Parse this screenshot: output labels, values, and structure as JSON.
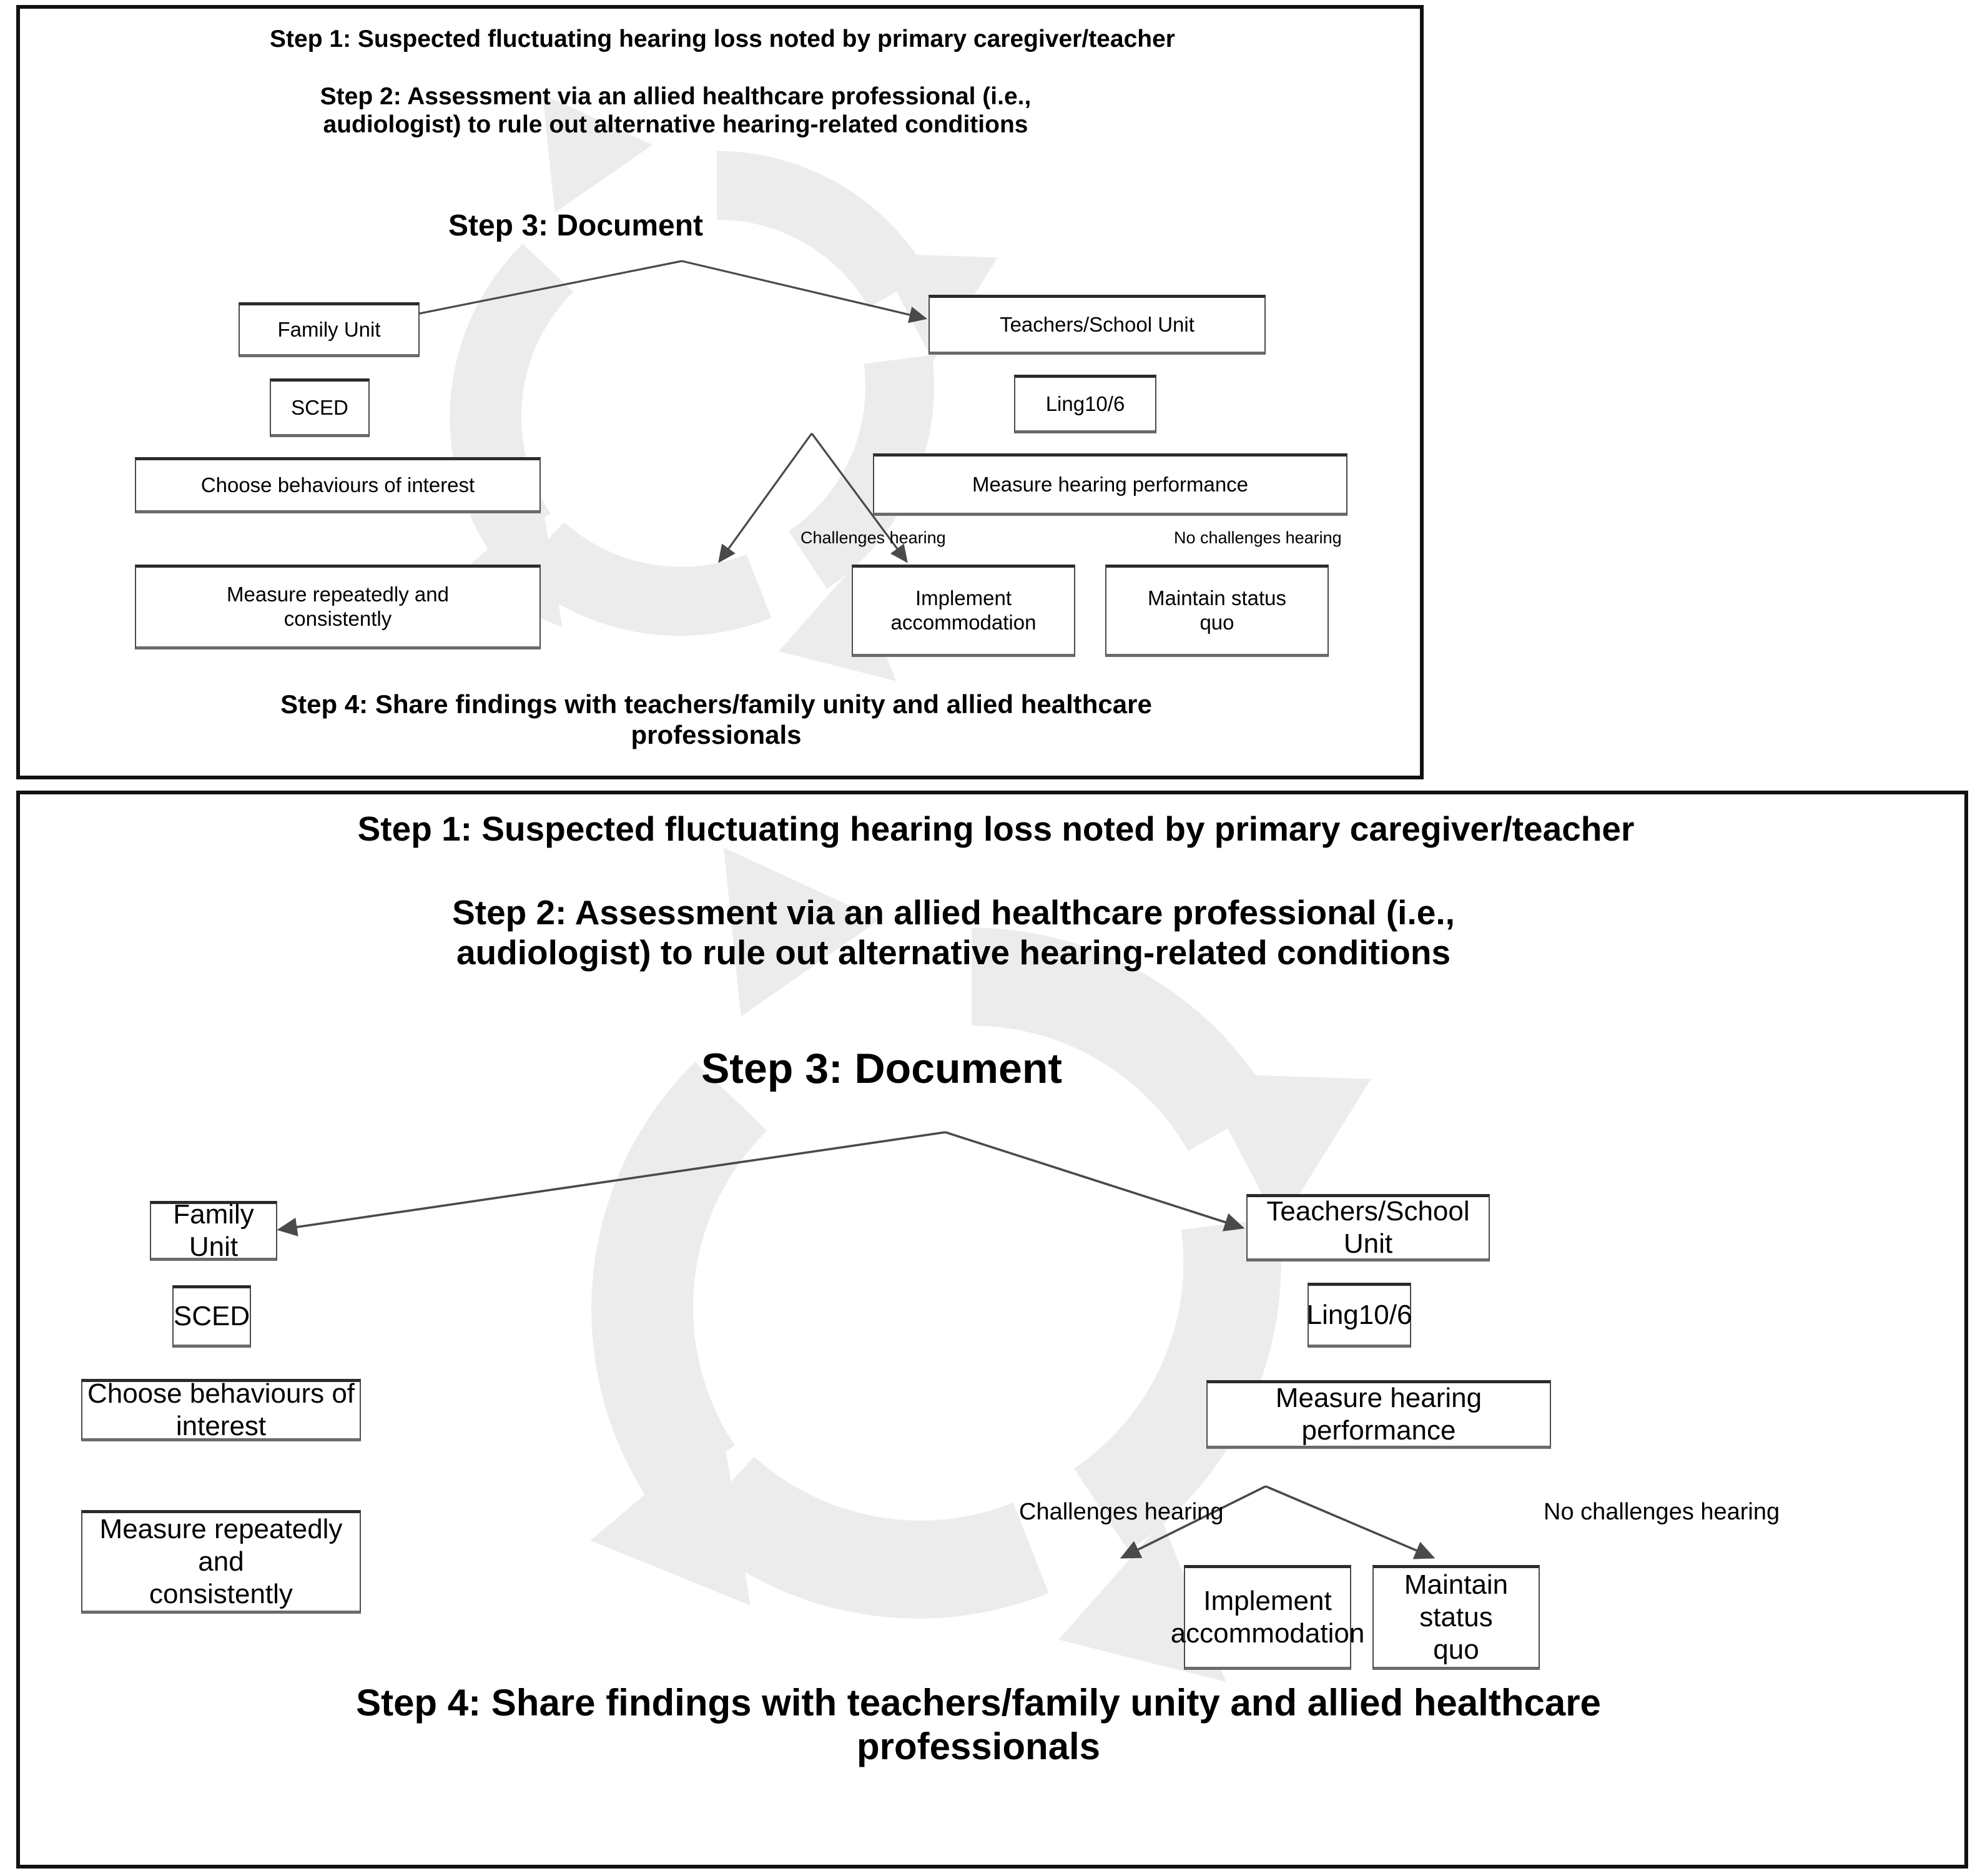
{
  "figure": {
    "title": "Suspected fluctuating hearing loss assessment workflow",
    "watermark": "cycle-arrows-watermark",
    "watermark_color": "#ececec",
    "panel_border_color": "#111111",
    "box_border_color": "#4a4a4a",
    "connector_color": "#4a4a4a"
  },
  "panels": [
    {
      "id": "panel-top",
      "name": "top-panel-small",
      "steps": {
        "step1": "Step 1: Suspected fluctuating hearing loss noted by primary caregiver/teacher",
        "step2": "Step 2: Assessment via an allied healthcare professional (i.e.,\naudiologist) to rule out alternative hearing-related conditions",
        "step3": "Step 3: Document",
        "step4": "Step 4: Share findings with teachers/family unity and allied healthcare\nprofessionals"
      },
      "boxes": {
        "family_unit": "Family Unit",
        "sced": "SCED",
        "choose_behaviours": "Choose behaviours of interest",
        "measure_repeatedly": "Measure repeatedly and\nconsistently",
        "teachers_school_unit": "Teachers/School Unit",
        "ling": "Ling10/6",
        "measure_hearing": "Measure hearing performance",
        "implement_accommodation": "Implement\naccommodation",
        "maintain_status_quo": "Maintain status\nquo"
      },
      "edge_labels": {
        "challenges": "Challenges hearing",
        "no_challenges": "No challenges hearing"
      }
    },
    {
      "id": "panel-bottom",
      "name": "bottom-panel-large",
      "steps": {
        "step1": "Step 1: Suspected fluctuating hearing loss noted by primary caregiver/teacher",
        "step2": "Step 2: Assessment via an allied healthcare professional (i.e.,\naudiologist) to rule out alternative hearing-related conditions",
        "step3": "Step 3: Document",
        "step4": "Step 4: Share findings with teachers/family unity and allied healthcare\nprofessionals"
      },
      "boxes": {
        "family_unit": "Family Unit",
        "sced": "SCED",
        "choose_behaviours": "Choose behaviours of interest",
        "measure_repeatedly": "Measure repeatedly and\nconsistently",
        "teachers_school_unit": "Teachers/School Unit",
        "ling": "Ling10/6",
        "measure_hearing": "Measure hearing performance",
        "implement_accommodation": "Implement\naccommodation",
        "maintain_status_quo": "Maintain status\nquo"
      },
      "edge_labels": {
        "challenges": "Challenges hearing",
        "no_challenges": "No challenges hearing"
      }
    }
  ]
}
